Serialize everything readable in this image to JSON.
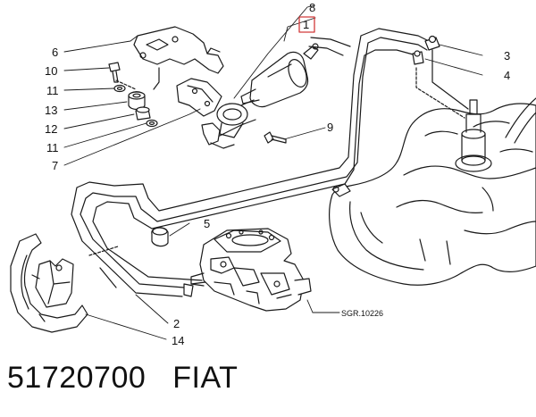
{
  "callouts": {
    "c1": "1",
    "c2": "2",
    "c3": "3",
    "c4": "4",
    "c5": "5",
    "c6": "6",
    "c7": "7",
    "c8": "8",
    "c9": "9",
    "c10": "10",
    "c11a": "11",
    "c11b": "11",
    "c12": "12",
    "c13": "13",
    "c14": "14"
  },
  "highlight_color": "#d23a3a",
  "reference_code": "SGR.10226",
  "footer": {
    "part_number": "51720700",
    "brand": "FIAT"
  }
}
